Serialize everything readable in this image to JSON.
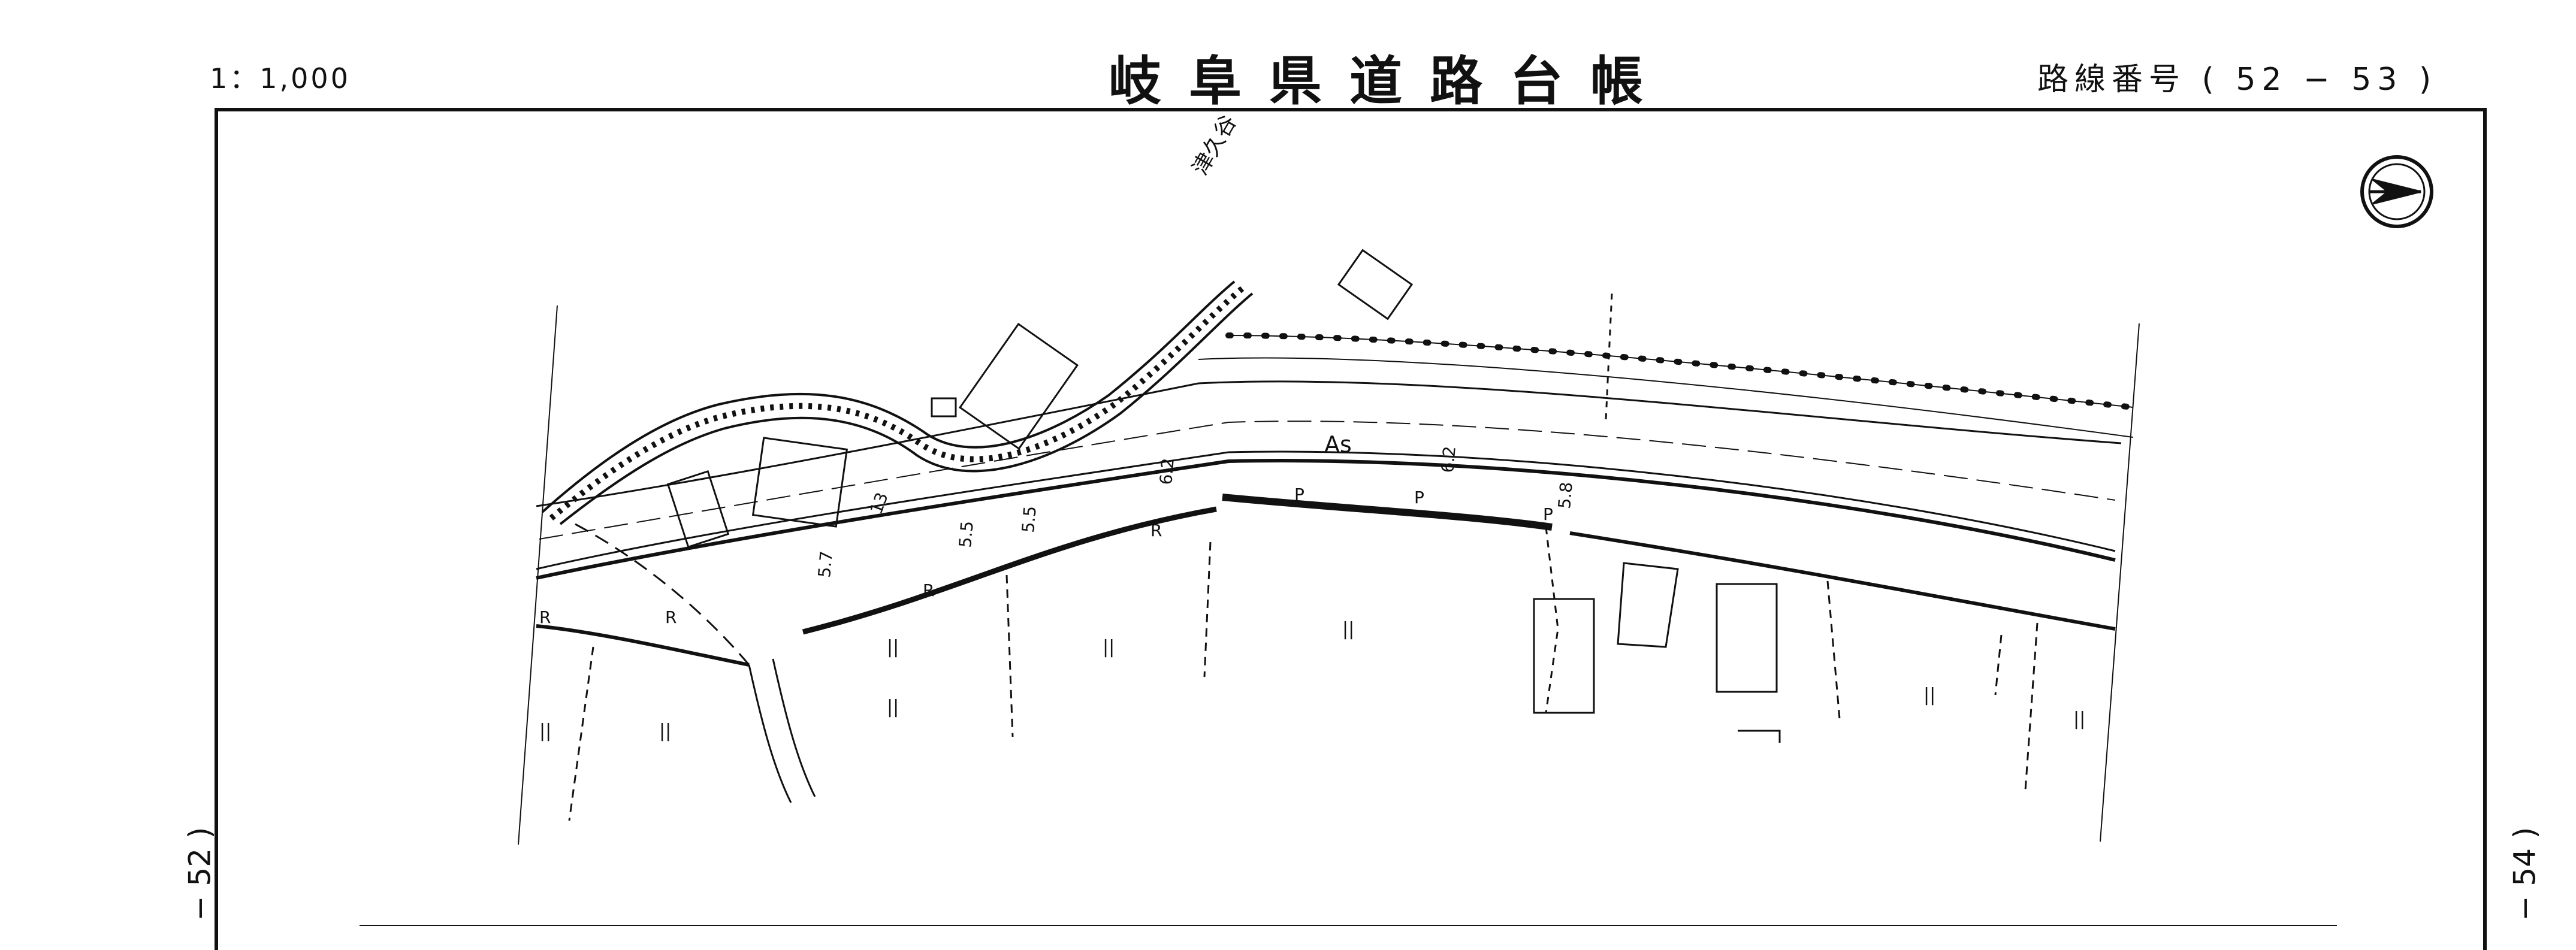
{
  "header": {
    "scale": "1：1,000",
    "title": "岐阜県道路台帳",
    "route_label": "路線番号",
    "route_open": "(",
    "route_from": "52",
    "route_dash": "−",
    "route_to": "53",
    "route_close": ")"
  },
  "adjacent": {
    "prev_sheet": "− 52 )",
    "next_sheet": "− 54 )"
  },
  "map": {
    "river_name": "津久谷",
    "pavement_label": "As",
    "width_labels": [
      "5.7",
      "5.5",
      "5.5",
      "6.2",
      "6.2",
      "5.8"
    ],
    "lot_number": "13",
    "retaining_label": "R",
    "parking_label": "P",
    "field_mark": "||"
  },
  "compass_icon": "north-arrow-circle"
}
